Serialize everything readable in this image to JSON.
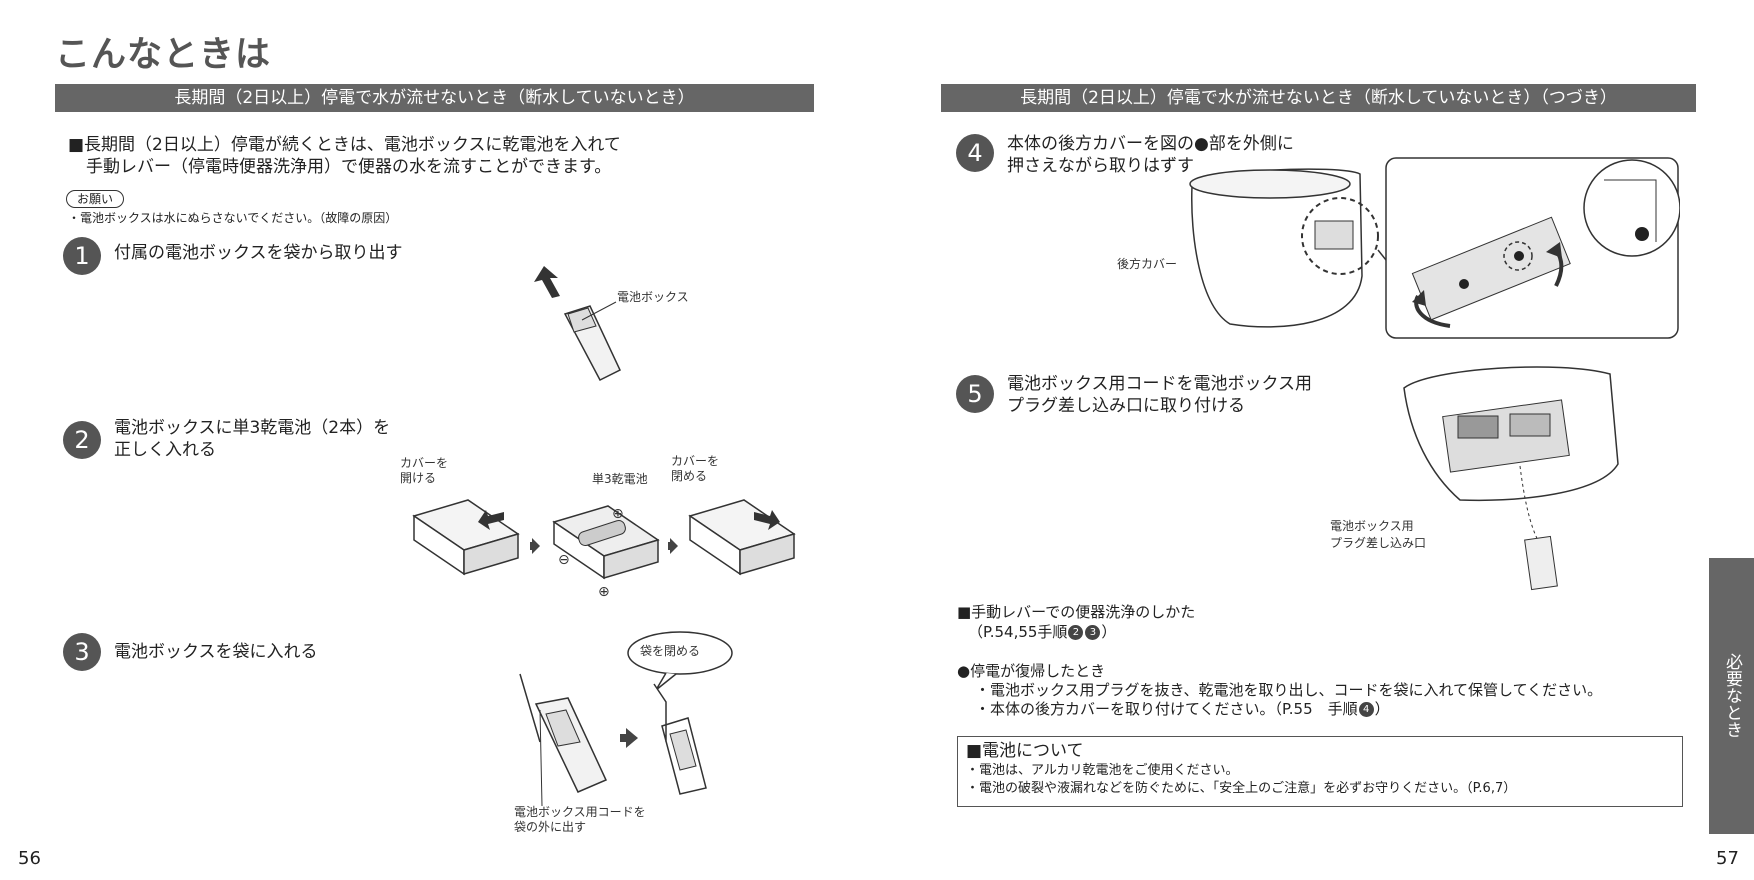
{
  "page_title": "こんなときは",
  "left": {
    "header_bar": "長期間（2日以上）停電で水が流せないとき（断水していないとき）",
    "intro_line1": "■長期間（2日以上）停電が続くときは、電池ボックスに乾電池を入れて",
    "intro_line2": "手動レバー（停電時便器洗浄用）で便器の水を流すことができます。",
    "note_tag": "お願い",
    "note_text": "・電池ボックスは水にぬらさないでください。（故障の原因）",
    "steps": [
      {
        "num": "1",
        "line1": "付属の電池ボックスを袋から取り出す",
        "line2": ""
      },
      {
        "num": "2",
        "line1": "電池ボックスに単3乾電池（2本）を",
        "line2": "正しく入れる"
      },
      {
        "num": "3",
        "line1": "電池ボックスを袋に入れる",
        "line2": ""
      }
    ],
    "labels": {
      "battery_box": "電池ボックス",
      "open_cover_1": "カバーを",
      "open_cover_2": "開ける",
      "aa_battery": "単3乾電池",
      "close_cover_1": "カバーを",
      "close_cover_2": "閉める",
      "close_bag": "袋を閉める",
      "cord_out_1": "電池ボックス用コードを",
      "cord_out_2": "袋の外に出す"
    }
  },
  "right": {
    "header_bar": "長期間（2日以上）停電で水が流せないとき（断水していないとき）（つづき）",
    "steps": [
      {
        "num": "4",
        "line1": "本体の後方カバーを図の●部を外側に",
        "line2": "押さえながら取りはずす"
      },
      {
        "num": "5",
        "line1": "電池ボックス用コードを電池ボックス用",
        "line2": "プラグ差し込み口に取り付ける"
      }
    ],
    "labels": {
      "rear_cover": "後方カバー",
      "plug_inlet_1": "電池ボックス用",
      "plug_inlet_2": "プラグ差し込み口"
    },
    "manual_lever_title": "■手動レバーでの便器洗浄のしかた",
    "manual_lever_ref": "（P.54,55手順",
    "manual_lever_ref_nums": [
      "2",
      "3"
    ],
    "manual_lever_ref_end": "）",
    "restore_title": "●停電が復帰したとき",
    "restore_item1": "・電池ボックス用プラグを抜き、乾電池を取り出し、コードを袋に入れて保管してください。",
    "restore_item2": "・本体の後方カバーを取り付けてください。（P.55　手順",
    "restore_item2_num": "4",
    "restore_item2_end": "）",
    "battery_box_title": "■電池について",
    "battery_box_line1": "・電池は、アルカリ乾電池をご使用ください。",
    "battery_box_line2": "・電池の破裂や液漏れなどを防ぐために、「安全上のご注意」を必ずお守りください。（P.6,7）"
  },
  "side_tab": "必要なとき",
  "page_left": "56",
  "page_right": "57"
}
